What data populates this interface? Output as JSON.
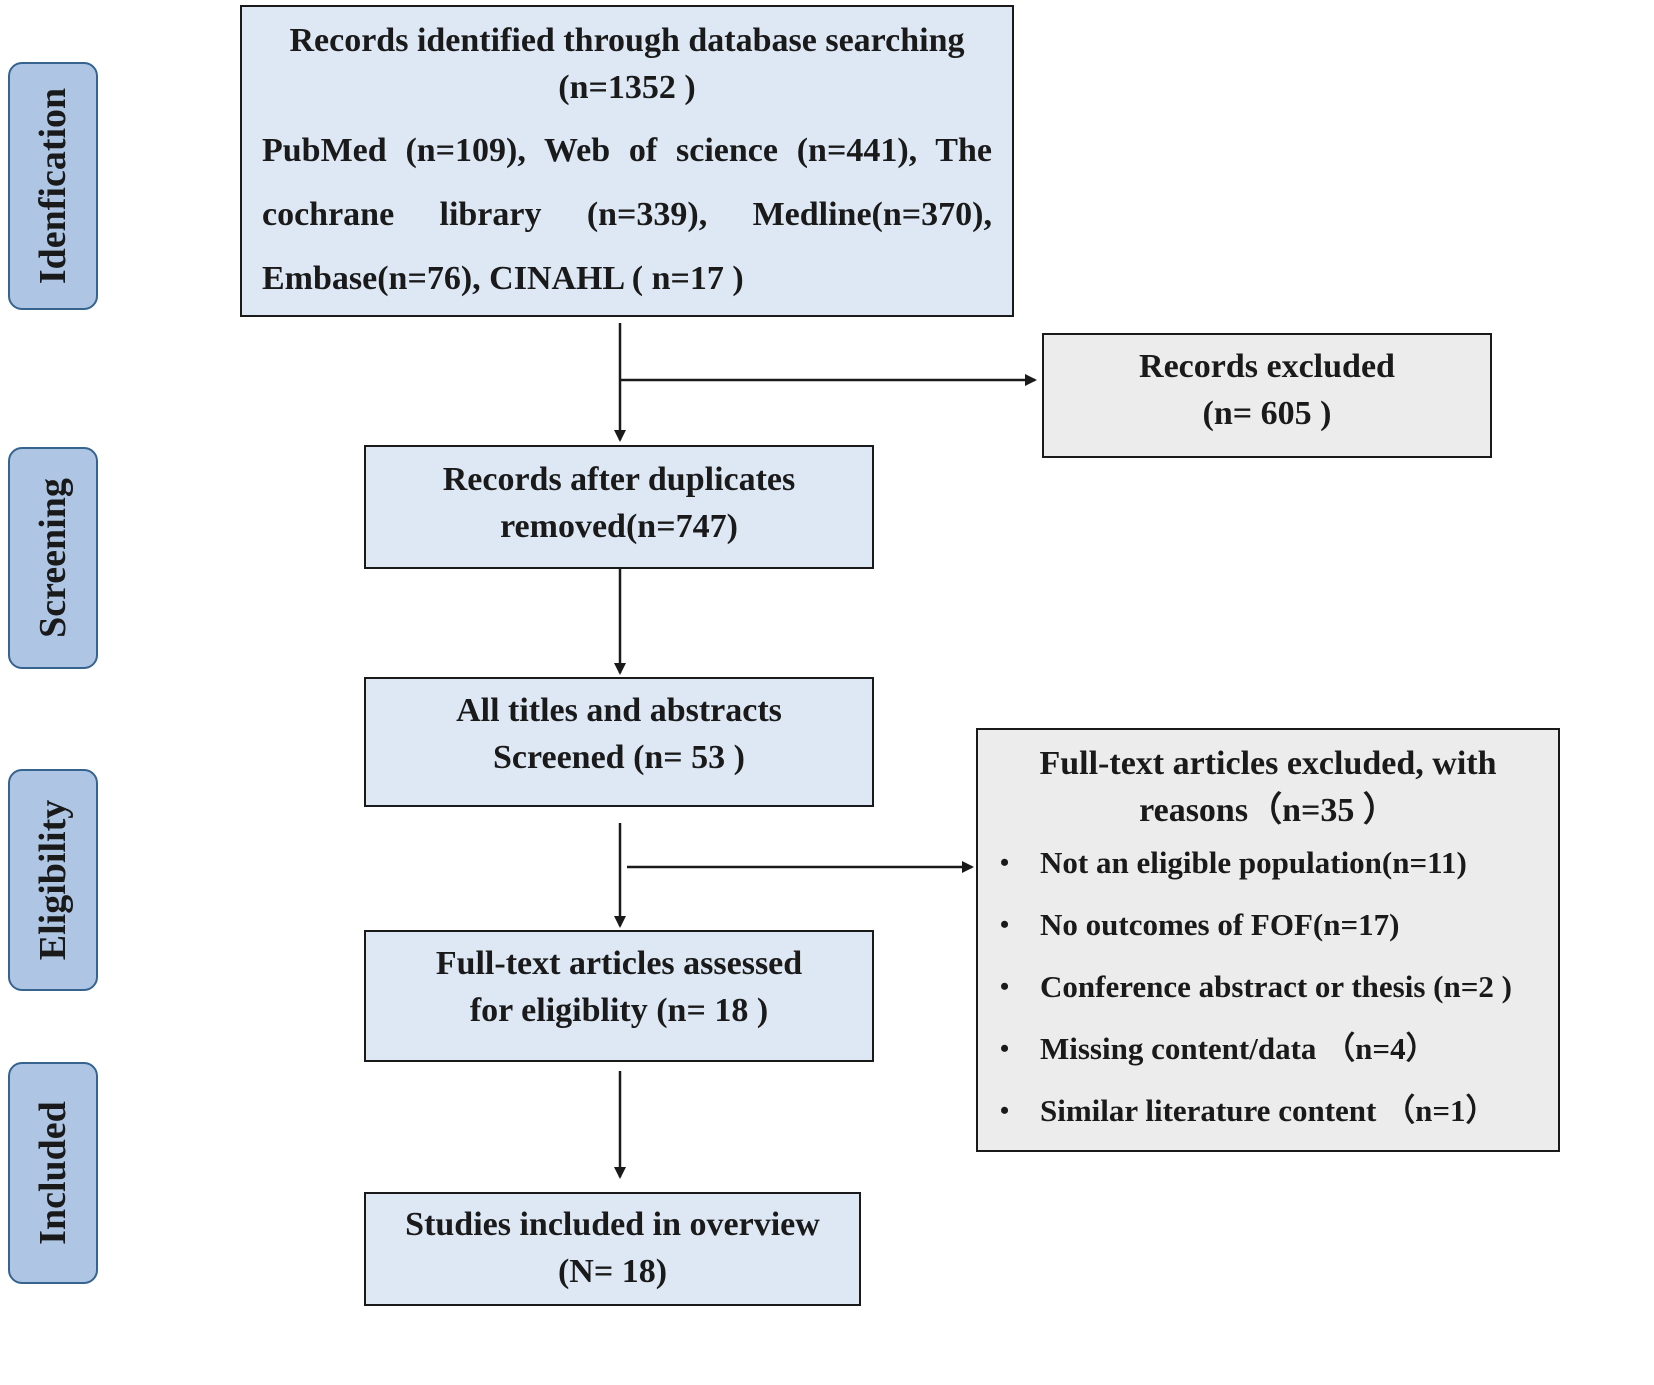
{
  "phases": {
    "identification": "Idenfication",
    "screening": "Screening",
    "eligibility": "Eligibility",
    "included": "Included"
  },
  "boxes": {
    "identified": {
      "line1": "Records identified  through database searching",
      "line2": "(n=1352  )",
      "sources": [
        "PubMed (n=109), Web of science (n=441), The",
        "cochrane library (n=339), Medline(n=370),"
      ],
      "last": "Embase(n=76),  CINAHL ( n=17 )"
    },
    "records_excluded": {
      "line1": "Records excluded",
      "line2": "(n= 605 )"
    },
    "after_duplicates": {
      "line1": "Records after duplicates",
      "line2": "removed(n=747)"
    },
    "screened": {
      "line1": "All titles and abstracts",
      "line2": "Screened (n= 53 )"
    },
    "fulltext_assessed": {
      "line1": "Full-text articles assessed",
      "line2": "for eligiblity (n= 18 )"
    },
    "fulltext_excluded": {
      "line1": "Full-text articles excluded, with",
      "line2": "reasons（n=35  ）",
      "reasons": [
        "Not an eligible population(n=11)",
        "No outcomes of FOF(n=17)",
        "Conference abstract or thesis (n=2 )",
        "Missing content/data （n=4）",
        "Similar literature content （n=1）"
      ]
    },
    "included": {
      "line1": "Studies included in overview",
      "line2": "(N= 18)"
    }
  },
  "colors": {
    "phase_fill": "#aec6e4",
    "phase_border": "#36648f",
    "box_blue": "#dde8f4",
    "box_grey": "#ececec",
    "line": "#1a1a1a"
  }
}
